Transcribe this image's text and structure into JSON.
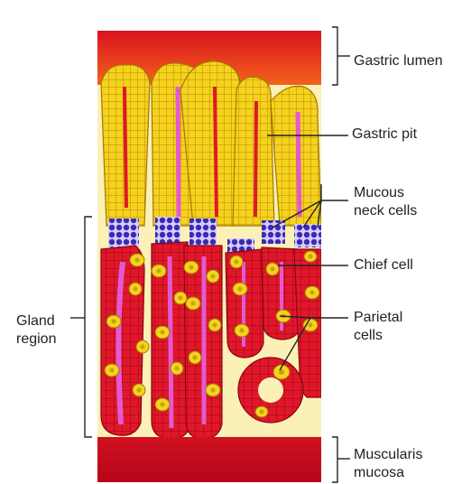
{
  "diagram": {
    "labels": {
      "gastric_lumen": "Gastric lumen",
      "gastric_pit": "Gastric pit",
      "mucous_neck_line1": "Mucous",
      "mucous_neck_line2": "neck cells",
      "chief_cell": "Chief cell",
      "parietal_line1": "Parietal",
      "parietal_line2": "cells",
      "gland_line1": "Gland",
      "gland_line2": "region",
      "muscularis_line1": "Muscularis",
      "muscularis_line2": "mucosa"
    },
    "colors": {
      "tissue_red": "#e0172a",
      "dark_red": "#b3081c",
      "lumen_orange": "#f04a1e",
      "epithelium_yellow": "#f5d21e",
      "background_cream": "#fbf1b6",
      "lumen_pink": "#e35ad0",
      "mucous_neck_blue": "#3b2bb0",
      "cell_nucleus": "#c8a110",
      "leader_line": "#222222"
    }
  }
}
